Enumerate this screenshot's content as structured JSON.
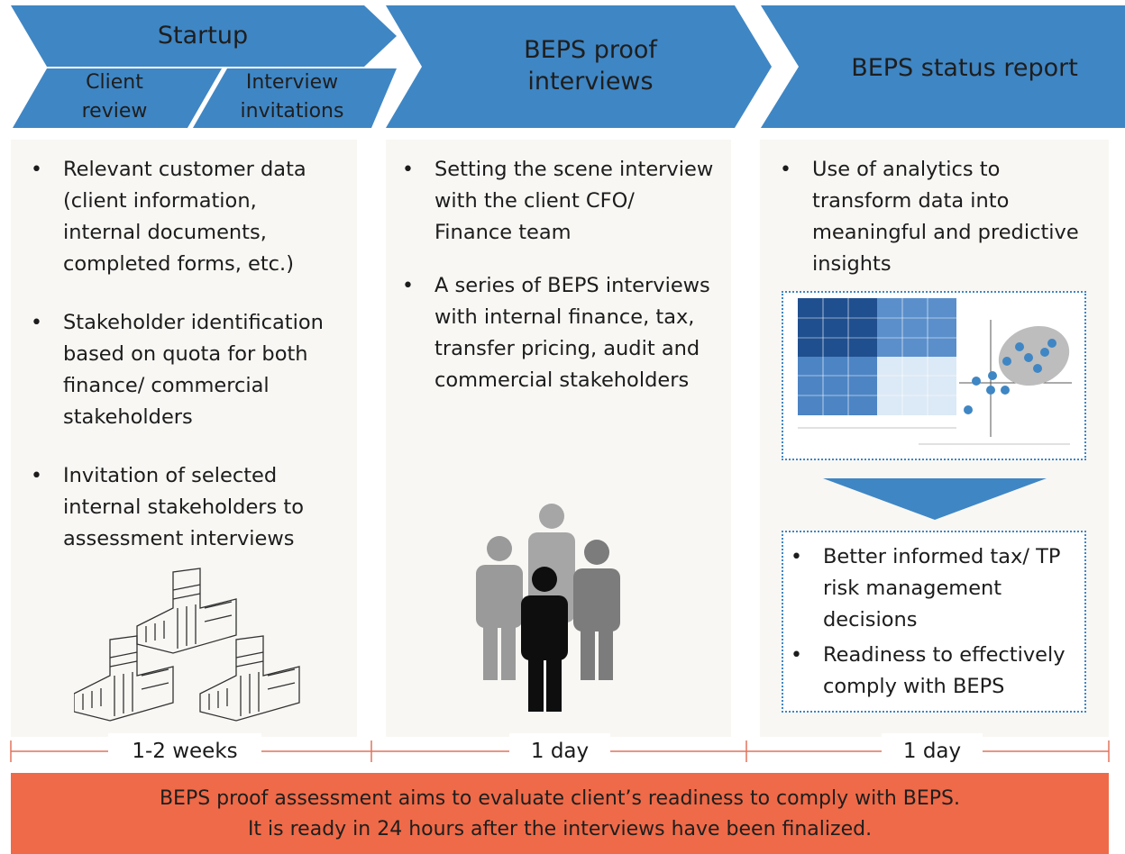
{
  "stages": [
    {
      "title": "Startup",
      "sub": [
        "Client review",
        "Interview invitations"
      ]
    },
    {
      "title": "BEPS proof interviews"
    },
    {
      "title": "BEPS status report"
    }
  ],
  "column1": {
    "bullets": [
      "Relevant customer data (client information, internal documents, completed forms, etc.)",
      "Stakeholder identification based on quota for both finance/ commercial stakeholders",
      "Invitation of selected internal stakeholders to assessment interviews"
    ],
    "image_icon": "buildings-icon"
  },
  "column2": {
    "bullets": [
      "Setting the scene interview with the client CFO/ Finance team",
      "A series of BEPS interviews with internal finance, tax, transfer pricing, audit and commercial stakeholders"
    ],
    "image_icon": "people-group-icon"
  },
  "column3": {
    "bullets": [
      "Use of analytics to transform data into meaningful and predictive insights"
    ],
    "outcomes": [
      "Better informed tax/ TP risk management decisions",
      "Readiness to effectively comply with BEPS"
    ],
    "image_icon": "analytics-chart-icon"
  },
  "durations": [
    "1-2 weeks",
    "1 day",
    "1 day"
  ],
  "footer": {
    "line1": "BEPS proof assessment aims to evaluate client’s readiness to comply with BEPS.",
    "line2": "It is ready in 24 hours after the interviews have been finalized."
  },
  "colors": {
    "chevron": "#3f86c4",
    "panel": "#f8f7f4",
    "footer": "#ef6a48",
    "timeline": "#e2735a"
  }
}
